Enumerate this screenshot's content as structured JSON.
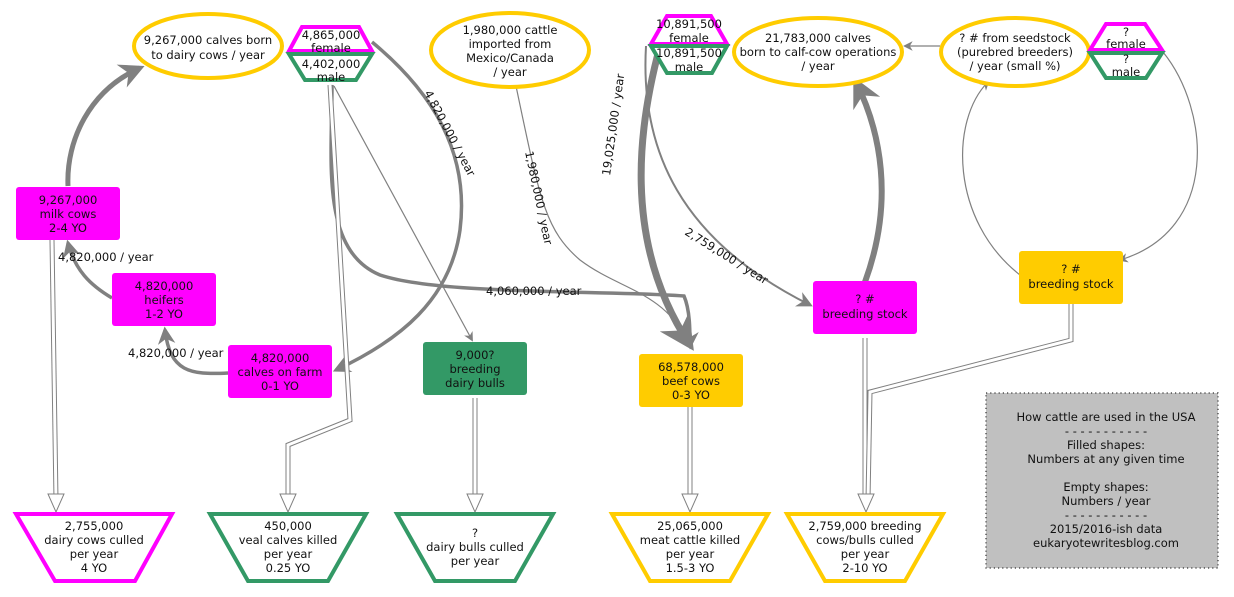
{
  "colors": {
    "magenta": "#ff00ff",
    "green": "#339966",
    "yellow": "#ffcc00",
    "edge": "#808080",
    "legend_bg": "#c0c0c0"
  },
  "sources": {
    "dairy_calves": {
      "lines": [
        "9,267,000 calves born",
        "to dairy cows / year"
      ]
    },
    "dairy_sex": {
      "female_lines": [
        "4,865,000",
        "female"
      ],
      "male_lines": [
        "4,402,000",
        "male"
      ]
    },
    "imports": {
      "lines": [
        "1,980,000 cattle",
        "imported from",
        "Mexico/Canada",
        "/ year"
      ]
    },
    "beef_sex": {
      "female_lines": [
        "10,891,500",
        "female"
      ],
      "male_lines": [
        "10,891,500",
        "male"
      ]
    },
    "beef_calves": {
      "lines": [
        "21,783,000 calves",
        "born to calf-cow operations",
        "/ year"
      ]
    },
    "seedstock": {
      "lines": [
        "? # from seedstock",
        "(purebred breeders)",
        "/ year (small %)"
      ]
    },
    "seed_sex": {
      "female_lines": [
        "?",
        "female"
      ],
      "male_lines": [
        "?",
        "male"
      ]
    }
  },
  "stocks": {
    "milk_cows": {
      "lines": [
        "9,267,000",
        "milk cows",
        "2-4 YO"
      ]
    },
    "heifers": {
      "lines": [
        "4,820,000",
        "heifers",
        "1-2 YO"
      ]
    },
    "calves_on_farm": {
      "lines": [
        "4,820,000",
        "calves on farm",
        "0-1 YO"
      ]
    },
    "dairy_bulls": {
      "lines": [
        "9,000?",
        "breeding",
        "dairy bulls"
      ]
    },
    "beef_cows": {
      "lines": [
        "68,578,000",
        "beef cows",
        "0-3 YO"
      ]
    },
    "beef_breeding": {
      "lines": [
        "? #",
        "breeding stock"
      ]
    },
    "seed_breeding": {
      "lines": [
        "? #",
        "breeding stock"
      ]
    }
  },
  "sinks": {
    "dairy_culled": {
      "lines": [
        "2,755,000",
        "dairy cows culled",
        "per year",
        "4 YO"
      ]
    },
    "veal": {
      "lines": [
        "450,000",
        "veal calves killed",
        "per year",
        "0.25 YO"
      ]
    },
    "bulls_culled": {
      "lines": [
        "?",
        "dairy bulls culled",
        "per year"
      ]
    },
    "meat": {
      "lines": [
        "25,065,000",
        "meat cattle killed",
        "per year",
        "1.5-3 YO"
      ]
    },
    "breeding_culled": {
      "lines": [
        "2,759,000 breeding",
        "cows/bulls culled",
        "per year",
        "2-10 YO"
      ]
    }
  },
  "edge_labels": {
    "heifers_to_milk": "4,820,000 / year",
    "calves_to_heifers": "4,820,000 / year",
    "female_to_calves": "4,820,000 / year",
    "male_to_beef": "4,060,000 / year",
    "imports_to_beef": "1,980,000 / year",
    "beef_female_to_cows": "19,025,000 / year",
    "beef_to_breeding": "2,759,000 / year"
  },
  "legend": {
    "lines": [
      "How cattle are used in the USA",
      "- - - - - - - - - - -",
      "Filled shapes:",
      "Numbers at any given time",
      "",
      "Empty shapes:",
      "Numbers / year",
      "- - - - - - - - - - -",
      "2015/2016-ish data",
      "eukaryotewritesblog.com"
    ]
  }
}
